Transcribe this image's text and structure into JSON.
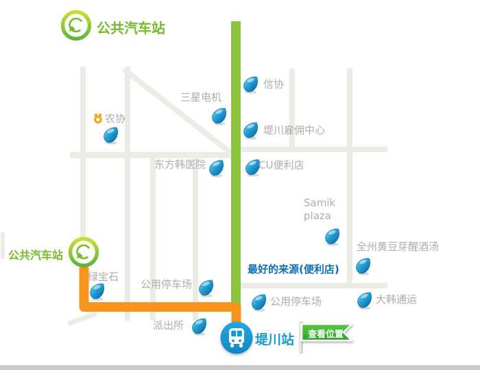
{
  "map": {
    "bus_station_label": "公共汽车站",
    "station_label": "堤川站",
    "flag_label": "查看位置",
    "pois": [
      {
        "id": "xinxie",
        "label": "信协"
      },
      {
        "id": "samsung",
        "label": "三星电机"
      },
      {
        "id": "nonghyup",
        "label": "农协"
      },
      {
        "id": "employment",
        "label": "堤川雇佣中心"
      },
      {
        "id": "hospital",
        "label": "东方韩医院"
      },
      {
        "id": "cu_store",
        "label": "CU便利店"
      },
      {
        "id": "samik",
        "label": "Samik plaza"
      },
      {
        "id": "jeonju_soup",
        "label": "全州黄豆芽醒酒汤"
      },
      {
        "id": "best_source",
        "label": "最好的来源(便利店)"
      },
      {
        "id": "parking_left",
        "label": "公用停车场"
      },
      {
        "id": "emerald",
        "label": "绿宝石"
      },
      {
        "id": "parking_right",
        "label": "公用停车场"
      },
      {
        "id": "daehan",
        "label": "大韩通运"
      },
      {
        "id": "police",
        "label": "派出所"
      }
    ],
    "colors": {
      "route_green": "#8CC540",
      "route_orange": "#F7941E",
      "marker_blue": "#1E9CD7",
      "station_blue": "#1598D6",
      "bus_text_green": "#77B82C",
      "flag_green": "#3DB435",
      "label_gray": "#ACACAC",
      "highlight_text_blue": "#0C6FB5",
      "road_gray": "#EDEBE6"
    }
  }
}
